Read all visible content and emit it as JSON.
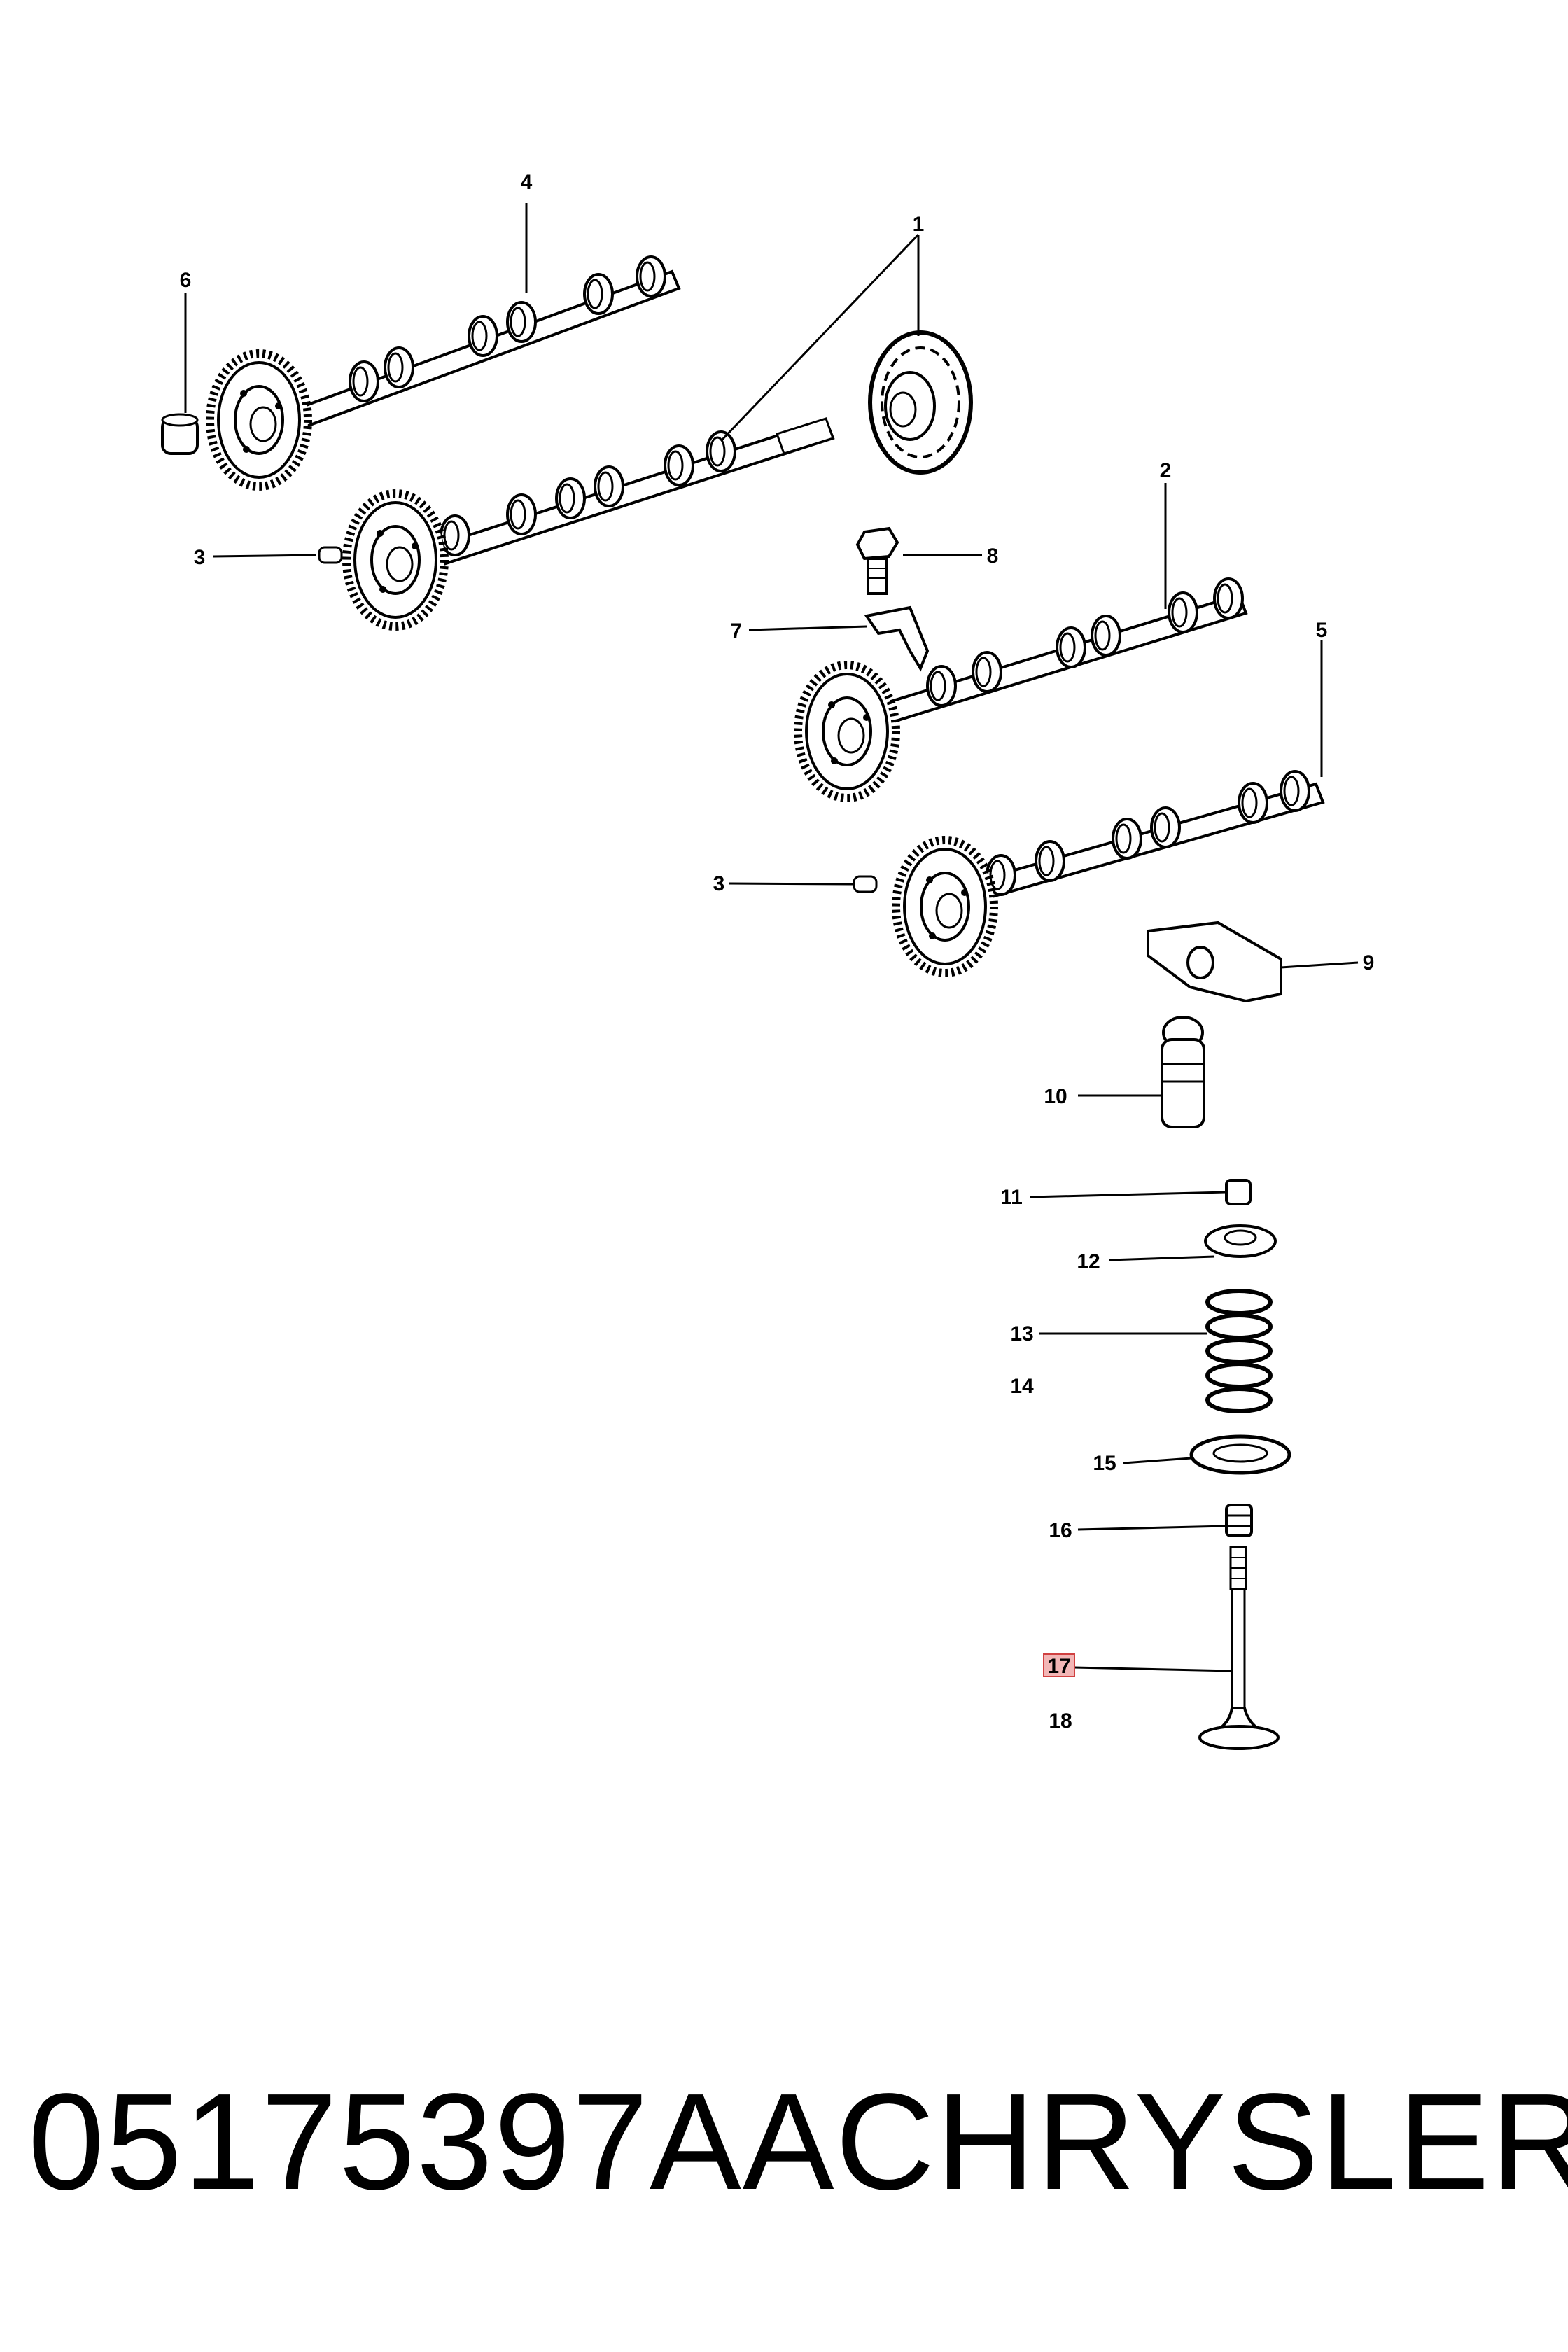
{
  "callouts": {
    "c1": "1",
    "c2": "2",
    "c3a": "3",
    "c3b": "3",
    "c4": "4",
    "c5": "5",
    "c6": "6",
    "c7": "7",
    "c8": "8",
    "c9": "9",
    "c10": "10",
    "c11": "11",
    "c12": "12",
    "c13": "13",
    "c14": "14",
    "c15": "15",
    "c16": "16",
    "c17": "17",
    "c18": "18"
  },
  "highlight": "17",
  "colors": {
    "ink": "#000000",
    "highlight_fill": "#f2b6b6",
    "highlight_stroke": "#d04040"
  },
  "footer": {
    "part_number": "05175397AA",
    "brand": "CHRYSLER"
  }
}
